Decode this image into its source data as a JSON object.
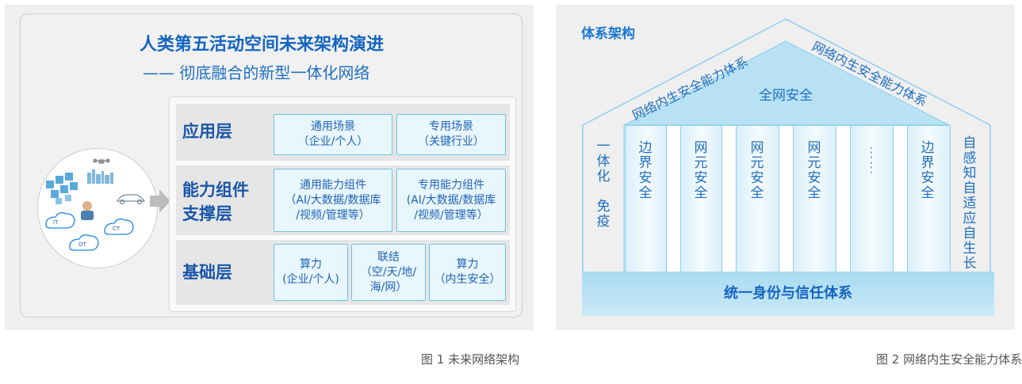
{
  "figure1": {
    "title": "人类第五活动空间未来架构演进",
    "subtitle": "—— 彻底融合的新型一体化网络",
    "scene_tags": [
      "IT",
      "CT",
      "OT"
    ],
    "layers": [
      {
        "label_lines": [
          "应用层"
        ],
        "boxes": [
          {
            "lines": [
              "通用场景",
              "（企业/个人）"
            ]
          },
          {
            "lines": [
              "专用场景",
              "（关键行业）"
            ]
          }
        ]
      },
      {
        "label_lines": [
          "能力组件",
          "支撑层"
        ],
        "boxes": [
          {
            "lines": [
              "通用能力组件",
              "（AI/大数据/数据库",
              "/视频/管理等）"
            ]
          },
          {
            "lines": [
              "专用能力组件",
              "(AI/大数据/数据库",
              "/视频/管理等）"
            ]
          }
        ]
      },
      {
        "label_lines": [
          "基础层"
        ],
        "boxes": [
          {
            "lines": [
              "算力",
              "(企业/个人)"
            ]
          },
          {
            "lines": [
              "联结",
              "（空/天/地/",
              "海/网）"
            ]
          },
          {
            "lines": [
              "算力",
              "（内生安全）"
            ]
          }
        ]
      }
    ],
    "caption": "图 1 未来网络架构"
  },
  "figure2": {
    "heading": "体系架构",
    "roof_left_text": "网络内生安全能力体系",
    "roof_right_text": "网络内生安全能力体系",
    "roof_center_text": "全网安全",
    "left_side_text": [
      "一",
      "体",
      "化",
      "",
      "免",
      "疫"
    ],
    "right_side_text": [
      "自",
      "感",
      "知",
      "自",
      "适",
      "应",
      "自",
      "生",
      "长"
    ],
    "pillars": [
      {
        "chars": [
          "边",
          "界",
          "安",
          "全"
        ]
      },
      {
        "chars": [
          "网",
          "元",
          "安",
          "全"
        ]
      },
      {
        "chars": [
          "网",
          "元",
          "安",
          "全"
        ]
      },
      {
        "chars": [
          "网",
          "元",
          "安",
          "全"
        ]
      },
      {
        "chars": [
          "⋮",
          "⋮"
        ]
      },
      {
        "chars": [
          "边",
          "界",
          "安",
          "全"
        ]
      }
    ],
    "foundation": "统一身份与信任体系",
    "caption": "图 2 网络内生安全能力体系"
  },
  "colors": {
    "title_blue": "#1565c0",
    "text_blue": "#1e6fbf",
    "box_border": "#6fc3e6",
    "box_fill": "#e8f6fd",
    "band_gray": "#e6e6e6",
    "roof_fill": "#b8e1f4",
    "foundation_fill": "#b3def3"
  }
}
